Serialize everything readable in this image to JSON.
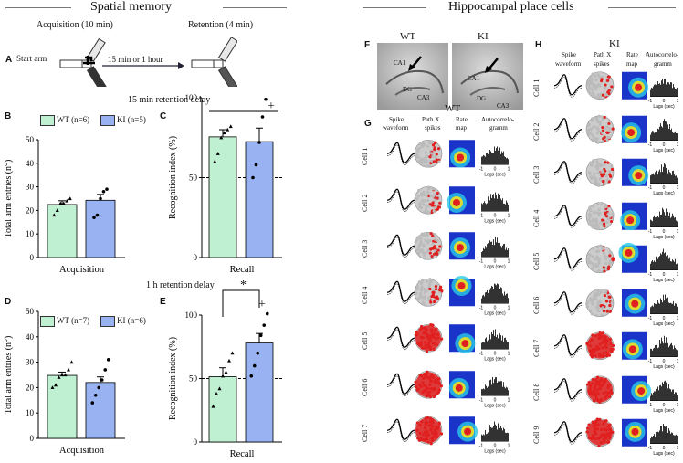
{
  "titles": {
    "left": "Spatial memory",
    "right": "Hippocampal place cells"
  },
  "colors": {
    "wt": "#bff0d2",
    "ki": "#98b2f2",
    "rule": "#777777"
  },
  "panelA": {
    "letter": "A",
    "acq": "Acquisition (10 min)",
    "ret": "Retention (4 min)",
    "start_arm": "Start arm",
    "delay": "15 min or 1 hour"
  },
  "delay1": "15 min retention delay",
  "delay2": "1 h retention delay",
  "panelB": {
    "letter": "B",
    "legend_wt": "WT (n=6)",
    "legend_ki": "KI (n=5)"
  },
  "panelC": {
    "letter": "C",
    "sig": "+"
  },
  "panelD": {
    "letter": "D",
    "legend_wt": "WT (n=7)",
    "legend_ki": "KI (n=6)"
  },
  "panelE": {
    "letter": "E",
    "sig_star": "*",
    "sig_plus": "+"
  },
  "panelF": {
    "letter": "F",
    "wt": "WT",
    "ki": "KI",
    "ca1": "CA1",
    "dg": "DG",
    "ca3": "CA3"
  },
  "panelG": {
    "letter": "G",
    "group": "WT",
    "cells": [
      "Cell 1",
      "Cell 2",
      "Cell 3",
      "Cell 4",
      "Cell 5",
      "Cell 6",
      "Cell 7"
    ]
  },
  "panelH": {
    "letter": "H",
    "group": "KI",
    "cells": [
      "Cell 1",
      "Cell 2",
      "Cell 3",
      "Cell 4",
      "Cell 5",
      "Cell 6",
      "Cell 7",
      "Cell 8",
      "Cell 9"
    ]
  },
  "col_headers": {
    "spike1": "Spike",
    "spike2": "waveform",
    "path1": "Path X",
    "path2": "spikes",
    "rate1": "Rate",
    "rate2": "map",
    "auto1": "Autocorrelo-",
    "auto2": "gramm"
  },
  "lags": {
    "label": "Lags (sec)",
    "ticks": [
      "-1",
      "0",
      "1"
    ]
  },
  "chart_data": [
    {
      "type": "bar",
      "ylabel": "Total arm entries (n°)",
      "categories": [
        "WT (n=6)",
        "KI (n=5)"
      ],
      "values": [
        22.5,
        24.3
      ],
      "sem": [
        1.6,
        2.5
      ],
      "ylim": [
        0,
        50
      ],
      "yticks": [
        0,
        10,
        20,
        30,
        40,
        50
      ],
      "xlabel": "Acquisition",
      "points": [
        [
          18,
          20,
          23,
          23,
          24,
          25
        ],
        [
          17,
          18,
          25,
          28,
          29
        ]
      ]
    },
    {
      "type": "bar",
      "ylabel": "Recognition index (%)",
      "categories": [
        "WT (n=6)",
        "KI (n=5)"
      ],
      "values": [
        75.5,
        72.5
      ],
      "sem": [
        4.5,
        8.5
      ],
      "ylim": [
        0,
        100
      ],
      "yticks": [
        0,
        50,
        100
      ],
      "xlabel": "Recall",
      "chance": 50,
      "points": [
        [
          60,
          65,
          75,
          78,
          80,
          82
        ],
        [
          50,
          58,
          72,
          88,
          99
        ]
      ]
    },
    {
      "type": "bar",
      "ylabel": "Total arm entries (n°)",
      "categories": [
        "WT (n=7)",
        "KI (n=6)"
      ],
      "values": [
        24.8,
        22.0
      ],
      "sem": [
        1.3,
        2.2
      ],
      "ylim": [
        0,
        50
      ],
      "yticks": [
        0,
        10,
        20,
        30,
        40,
        50
      ],
      "xlabel": "Acquisition",
      "points": [
        [
          20,
          21,
          24,
          25,
          25,
          27,
          30
        ],
        [
          14,
          17,
          20,
          23,
          27,
          31
        ]
      ]
    },
    {
      "type": "bar",
      "ylabel": "Recognition index (%)",
      "categories": [
        "WT (n=7)",
        "KI (n=6)"
      ],
      "values": [
        51.5,
        78.0
      ],
      "sem": [
        7.0,
        7.5
      ],
      "ylim": [
        0,
        100
      ],
      "yticks": [
        0,
        50,
        100
      ],
      "xlabel": "Recall",
      "chance": 50,
      "points": [
        [
          28,
          38,
          42,
          52,
          55,
          64,
          70
        ],
        [
          52,
          60,
          70,
          84,
          92,
          101
        ]
      ]
    }
  ]
}
